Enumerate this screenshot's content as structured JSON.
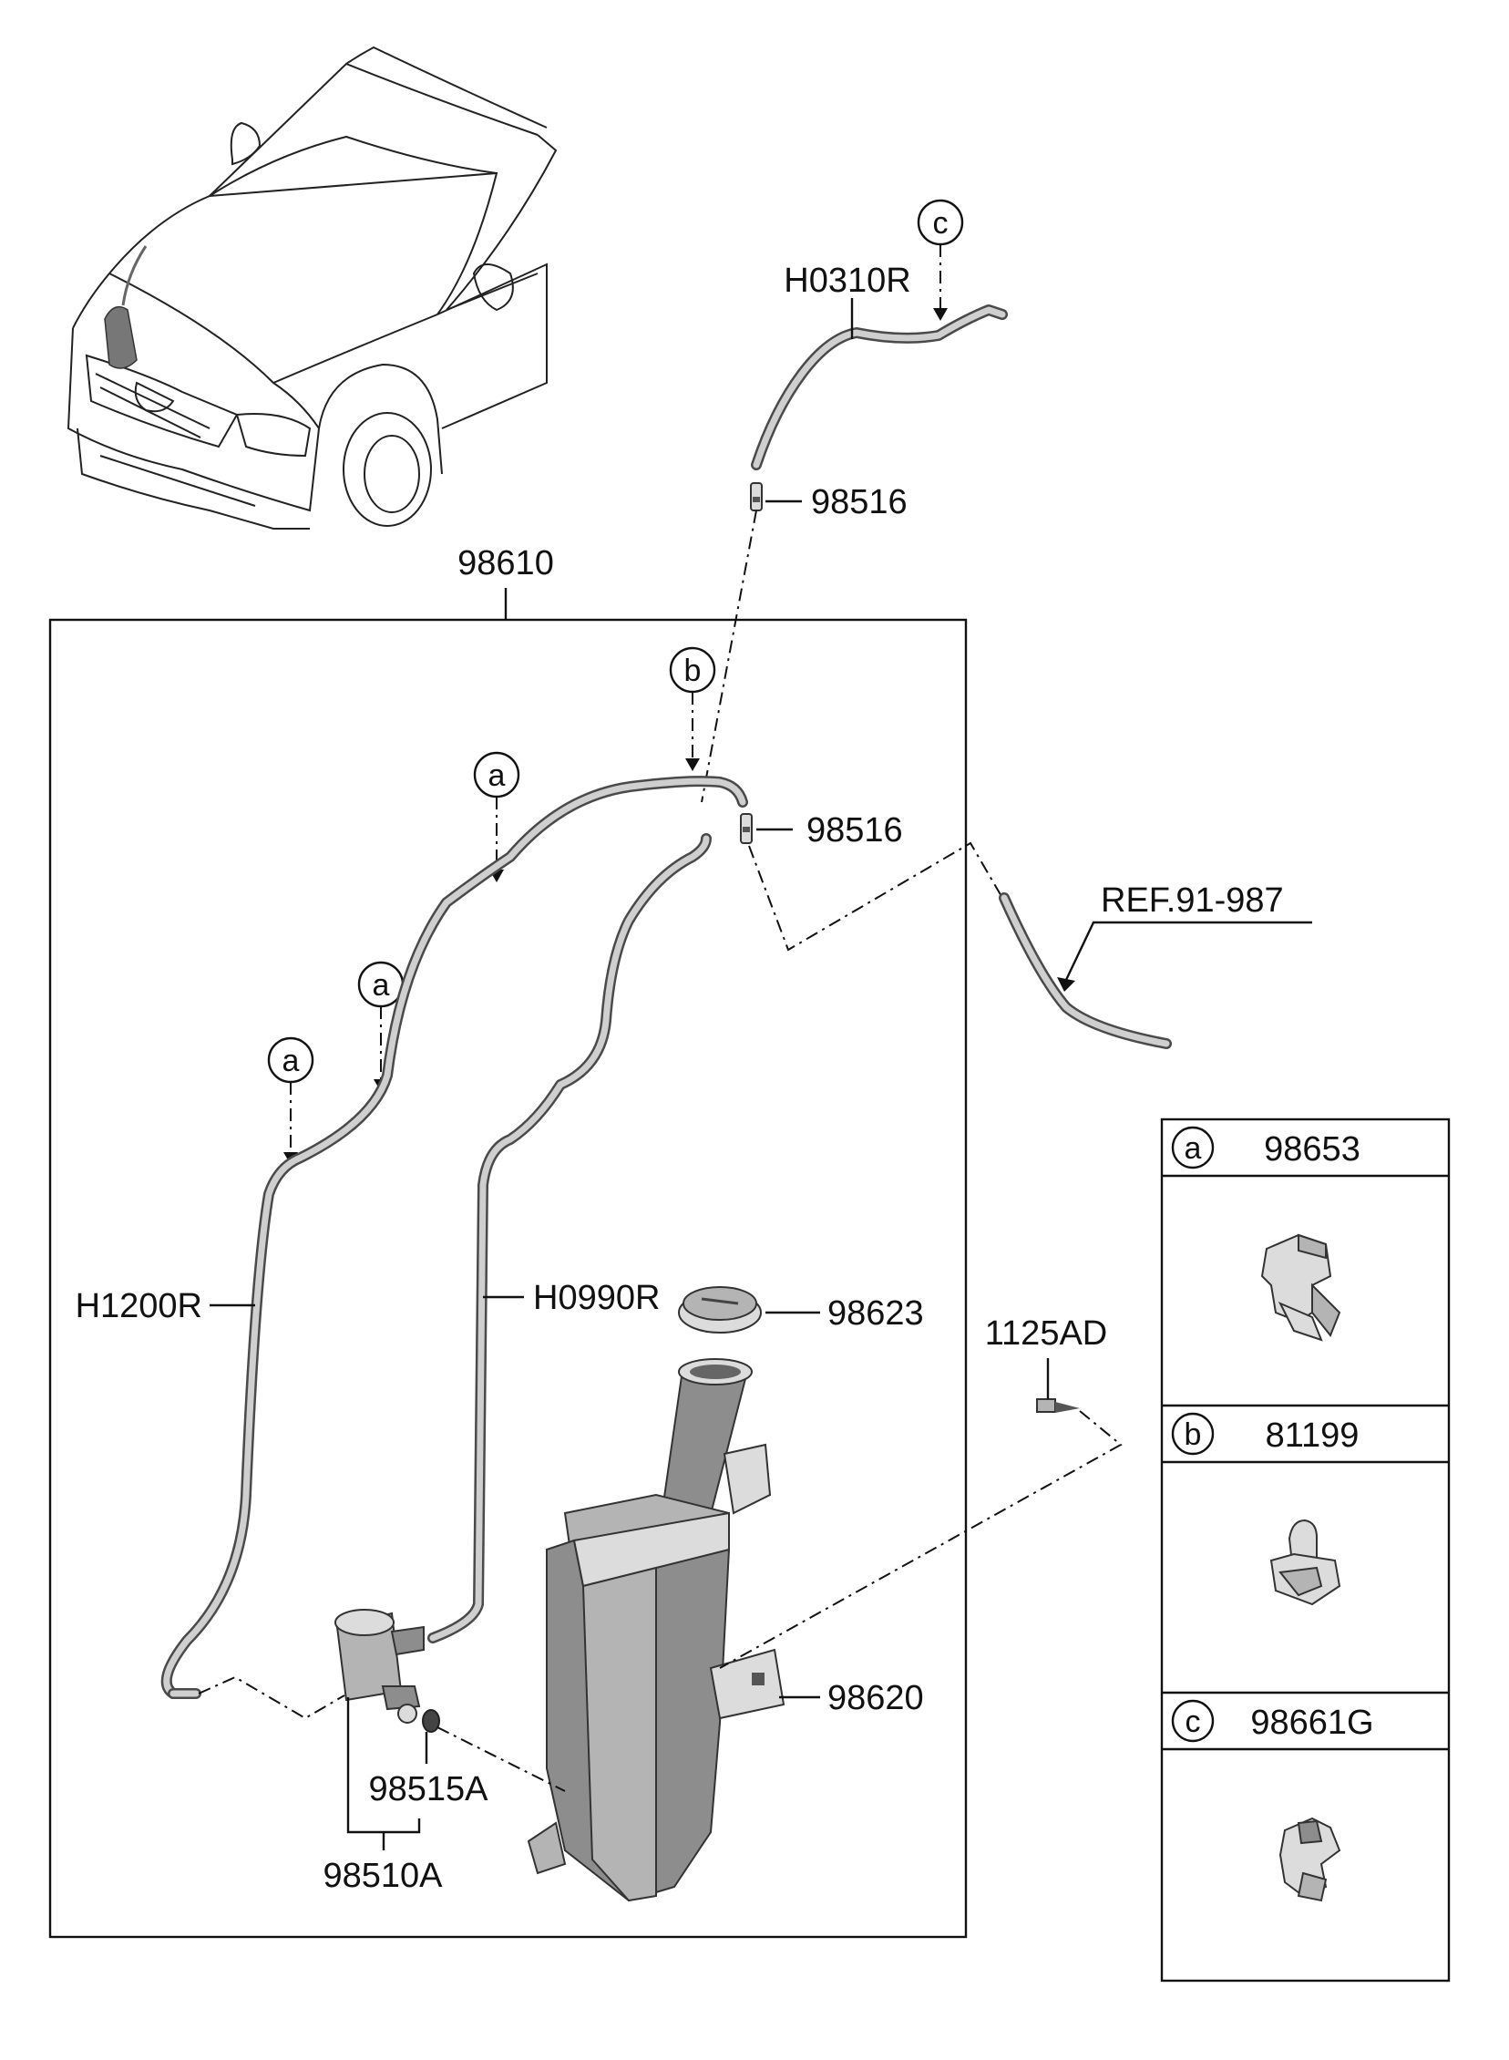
{
  "labels": {
    "assembly": "98610",
    "hose_top": "H0310R",
    "nozzle_top": "98516",
    "nozzle_mid": "98516",
    "reference": "REF.91-987",
    "hose_left": "H1200R",
    "hose_mid": "H0990R",
    "cap": "98623",
    "bolt": "1125AD",
    "reservoir": "98620",
    "grommet": "98515A",
    "pump": "98510A"
  },
  "callouts": {
    "a": "a",
    "b": "b",
    "c": "c"
  },
  "legend": [
    {
      "key": "a",
      "part": "98653"
    },
    {
      "key": "b",
      "part": "81199"
    },
    {
      "key": "c",
      "part": "98661G"
    }
  ]
}
